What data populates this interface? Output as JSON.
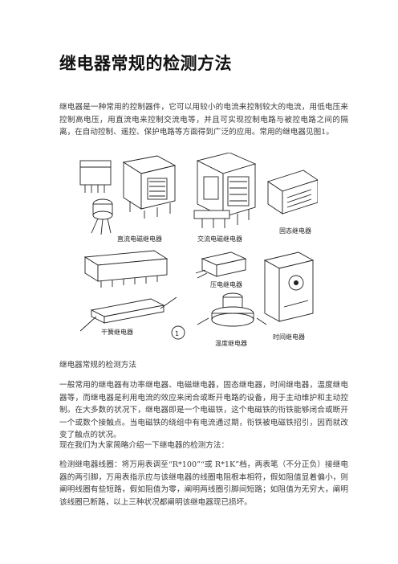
{
  "title": "继电器常规的检测方法",
  "intro": "继电器是一种常用的控制器件，它可以用较小的电流来控制较大的电流，用低电压来控制高电压，用直流电来控制交流电等，并且可实现控制电路与被控电路之间的隔离，在自动控制、遥控、保护电路等方面得到广泛的应用。常用的继电器见图1。",
  "figure": {
    "labels": {
      "dc": "直流电磁继电器",
      "ac": "交流电磁继电器",
      "ss": "固态继电器",
      "pz": "压电继电器",
      "gh": "干簧继电器",
      "num": "①",
      "wd": "温度继电器",
      "sj": "时间继电器"
    }
  },
  "section_heading": "继电器常规的检测方法",
  "para2": "一般常用的继电器有功率继电器、电磁继电器，固态继电器，时间继电器，温度继电器等，而继电器是利用电流的效应来闭合或断开电路的设备，用于主动维护和主动控制。在大多数的状况下，继电器即是一个电磁铁，这个电磁铁的衔铁能够闭合或断开一个或数个接触点。当电磁铁的绕组中有电流通过期，衔铁被电磁铁招引，因而就改变了触点的状况。",
  "para3": "现在我们为大家简略介绍一下继电器的检测方法：",
  "para4": "检测继电器线圈：将万用表调至“R*100”“或 R*1K”档，两表笔（不分正负）接继电器的两引脚，万用表指示应与该继电器的线圈电阻根本相符，假如阻值显着偏小，则阐明线圈有些短路，假如阻值为零，阐明两线圈引脚间短路；如阻值为无穷大，阐明该线圈已断路，以上三种状况都阐明该继电器现已损坏。"
}
